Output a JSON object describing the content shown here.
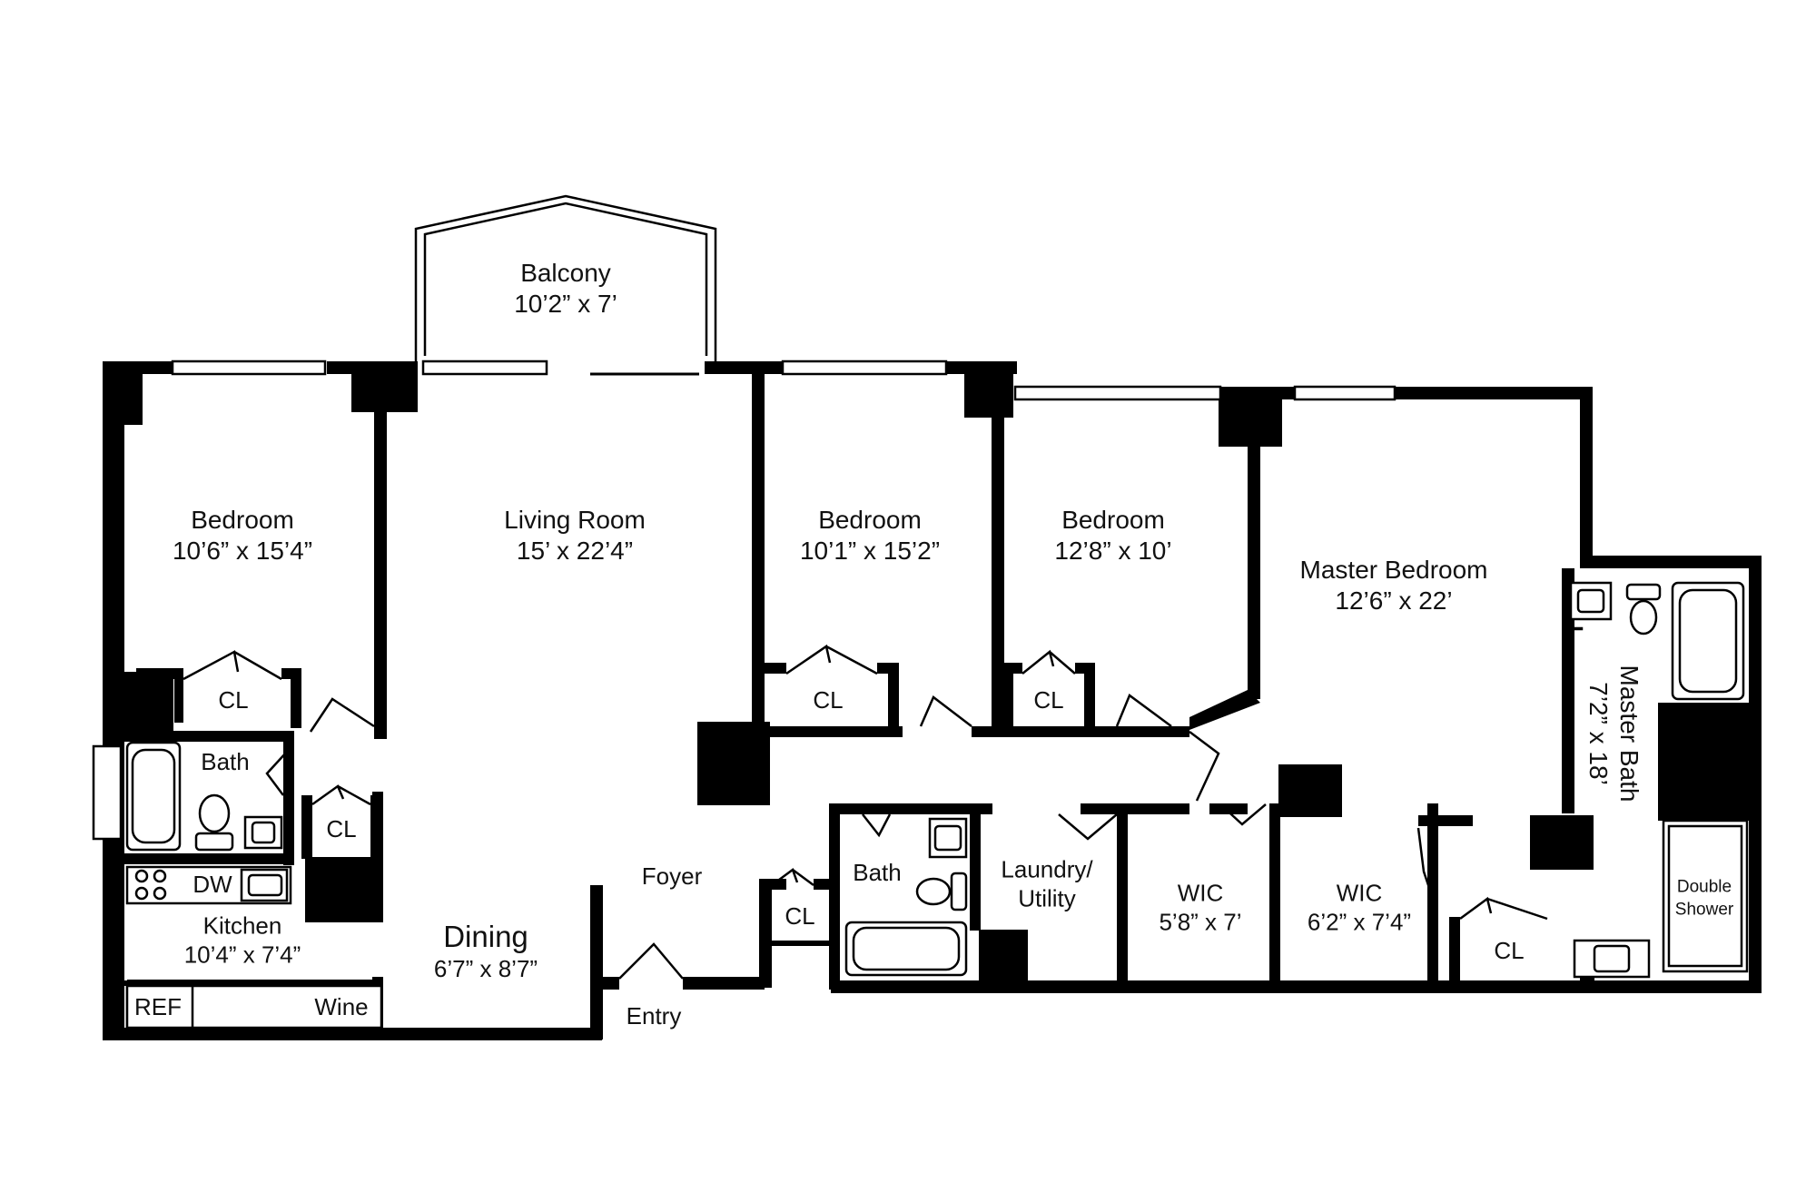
{
  "rooms": {
    "balcony": {
      "name": "Balcony",
      "size": "10’2” x 7’"
    },
    "bedroom_1": {
      "name": "Bedroom",
      "size": "10’6” x 15’4”"
    },
    "living_room": {
      "name": "Living Room",
      "size": "15’ x 22’4”"
    },
    "bedroom_2": {
      "name": "Bedroom",
      "size": "10’1” x 15’2”"
    },
    "bedroom_3": {
      "name": "Bedroom",
      "size": "12’8” x 10’"
    },
    "master_bedroom": {
      "name": "Master Bedroom",
      "size": "12’6” x 22’"
    },
    "master_bath": {
      "name": "Master Bath",
      "size": "7’2” x 18’"
    },
    "bath_1": {
      "name": "Bath"
    },
    "bath_2": {
      "name": "Bath"
    },
    "kitchen": {
      "name": "Kitchen",
      "size": "10’4” x 7’4”"
    },
    "dining": {
      "name": "Dining",
      "size": "6’7” x 8’7”"
    },
    "foyer": {
      "name": "Foyer"
    },
    "entry": {
      "name": "Entry"
    },
    "laundry": {
      "name": "Laundry/",
      "name2": "Utility"
    },
    "wic_1": {
      "name": "WIC",
      "size": "5’8” x 7’"
    },
    "wic_2": {
      "name": "WIC",
      "size": "6’2” x 7’4”"
    }
  },
  "closet_label": "CL",
  "fixtures": {
    "dishwasher": "DW",
    "refrigerator": "REF",
    "wine": "Wine",
    "double_shower_1": "Double",
    "double_shower_2": "Shower"
  }
}
